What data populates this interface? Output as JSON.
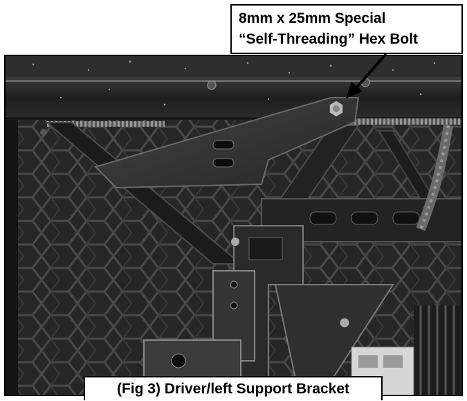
{
  "callout": {
    "line1": "8mm x 25mm Special",
    "line2": "“Self-Threading” Hex Bolt"
  },
  "caption": {
    "text": "(Fig 3) Driver/left Support Bracket"
  },
  "colors": {
    "frame": "#000000",
    "bracket": "#2b2b2b",
    "background": "#ffffff"
  }
}
